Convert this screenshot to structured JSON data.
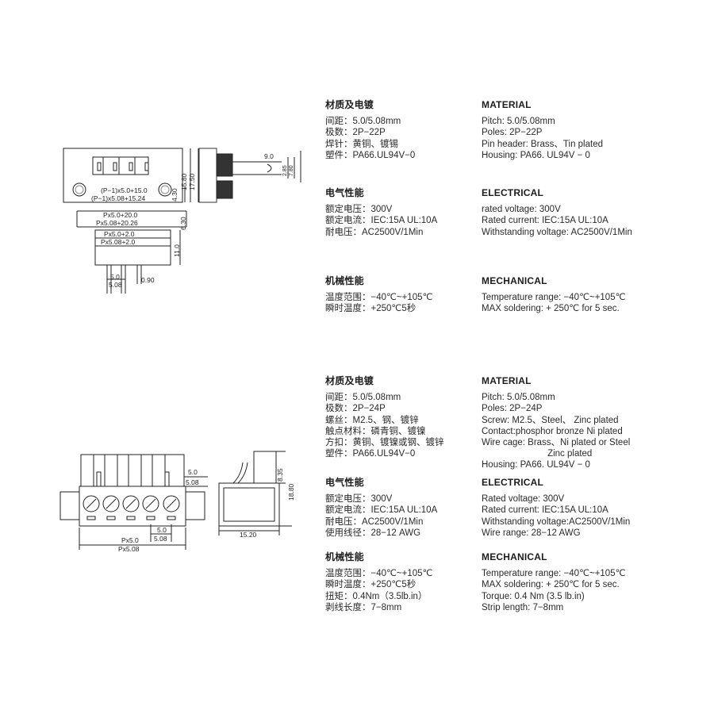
{
  "product1": {
    "drawing": {
      "dims_top": {
        "pitch_formula_1": "(P−1)x5.0+15.0",
        "pitch_formula_2": "(P−1)x5.08+15.24",
        "height_1": "4.30",
        "height_2": "15.80",
        "height_3": "17.50",
        "side_1": "9.0",
        "side_2": "2.85",
        "side_3": "7.80"
      },
      "dims_bottom": {
        "w1": "Px5.0+20.0",
        "w2": "Px5.08+20.26",
        "h": "6.30",
        "w3": "Px5.0+2.0",
        "w4": "Px5.08+2.0",
        "h2": "11.0",
        "p1": "5.0",
        "p2": "5.08",
        "pin": "0.90"
      }
    },
    "cn": {
      "material": {
        "title": "材质及电镀",
        "lines": [
          "间距：5.0/5.08mm",
          "极数：2P−22P",
          "焊针：黄铜、镀锡",
          "塑件：PA66.UL94V−0"
        ]
      },
      "electrical": {
        "title": "电气性能",
        "lines": [
          "额定电压：300V",
          "额定电流：IEC:15A  UL:10A",
          "耐电压：AC2500V/1Min"
        ]
      },
      "mechanical": {
        "title": "机械性能",
        "lines": [
          "温度范围：−40℃~+105℃",
          "瞬时温度：+250℃5秒"
        ]
      }
    },
    "en": {
      "material": {
        "title": "MATERIAL",
        "lines": [
          "Pitch: 5.0/5.08mm",
          "Poles:  2P−22P",
          "Pin header: Brass、Tin plated",
          "Housing: PA66. UL94V − 0"
        ]
      },
      "electrical": {
        "title": "ELECTRICAL",
        "lines": [
          "rated voltage: 300V",
          "Rated current: IEC:15A  UL:10A",
          "Withstanding voltage: AC2500V/1Min"
        ]
      },
      "mechanical": {
        "title": "MECHANICAL",
        "lines": [
          "Temperature range: −40℃~+105℃",
          "MAX soldering: + 250℃ for 5 sec."
        ]
      }
    }
  },
  "product2": {
    "drawing": {
      "dims": {
        "top_p1": "5.0",
        "top_p2": "5.08",
        "bot_p1": "5.0",
        "bot_p2": "5.08",
        "total_1": "Px5.0",
        "total_2": "Px5.08",
        "side_h1": "8.35",
        "side_h2": "18.80",
        "side_w": "15.20"
      }
    },
    "cn": {
      "material": {
        "title": "材质及电镀",
        "lines": [
          "间距：5.0/5.08mm",
          "极数：2P−24P",
          "螺丝：M2.5、钢、镀锌",
          "触点材料：磷青铜、镀镍",
          "方扣：黄铜、镀镍或钢、镀锌",
          "塑件：PA66.UL94V−0"
        ]
      },
      "electrical": {
        "title": "电气性能",
        "lines": [
          "额定电压：300V",
          "额定电流：IEC:15A  UL:10A",
          "耐电压：AC2500V/1Min",
          "使用线径：28−12 AWG"
        ]
      },
      "mechanical": {
        "title": "机械性能",
        "lines": [
          "温度范围：−40℃~+105℃",
          "瞬时温度：+250℃5秒",
          "扭矩：0.4Nm（3.5lb.in）",
          "剥线长度：7−8mm"
        ]
      }
    },
    "en": {
      "material": {
        "title": "MATERIAL",
        "lines": [
          "Pitch: 5.0/5.08mm",
          "Poles:  2P−24P",
          "Screw: M2.5、Steel、 Zinc plated",
          "Contact:phosphor bronze Ni plated",
          "Wire cage: Brass、Ni plated or Steel",
          "                          Zinc plated",
          "Housing: PA66. UL94V − 0"
        ]
      },
      "electrical": {
        "title": "ELECTRICAL",
        "lines": [
          "Rated voltage: 300V",
          "Rated current: IEC:15A  UL:10A",
          "Withstanding voltage:AC2500V/1Min",
          "Wire range: 28−12 AWG"
        ]
      },
      "mechanical": {
        "title": "MECHANICAL",
        "lines": [
          "Temperature range: −40℃~+105℃",
          "MAX soldering: + 250℃ for 5 sec.",
          "Torque: 0.4 Nm (3.5 lb.in)",
          "Strip length: 7−8mm"
        ]
      }
    }
  }
}
